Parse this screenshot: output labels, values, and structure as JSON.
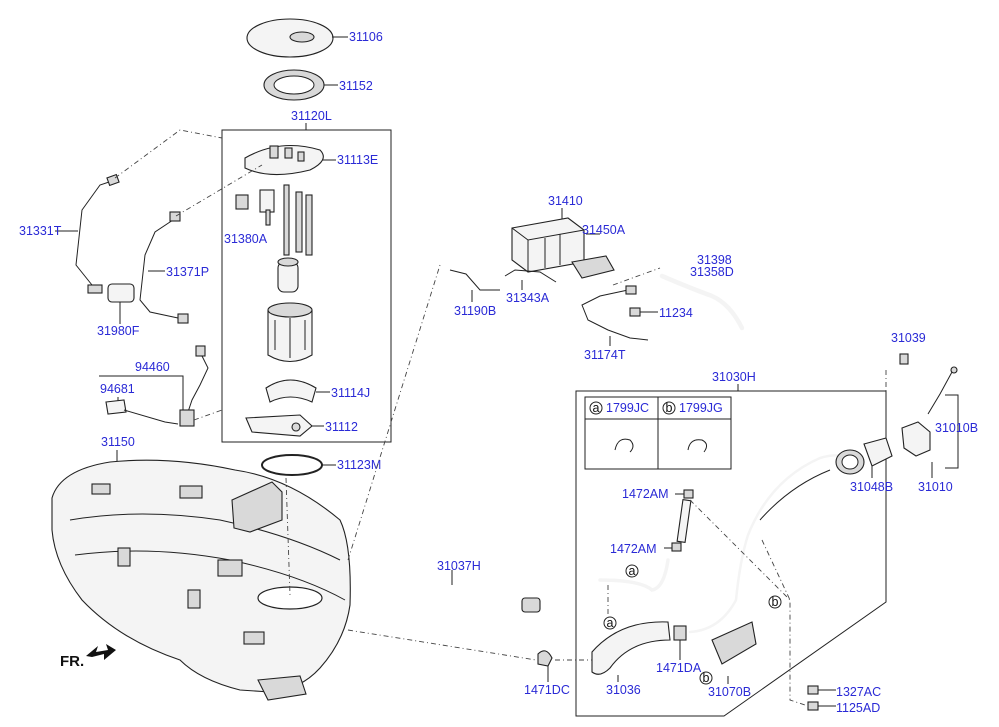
{
  "diagram": {
    "front_label": "FR.",
    "legend": {
      "a_marker": "a",
      "a_part": "1799JC",
      "b_marker": "b",
      "b_part": "1799JG"
    },
    "labels": {
      "p31106": "31106",
      "p31152": "31152",
      "p31120L": "31120L",
      "p31113E": "31113E",
      "p31380A": "31380A",
      "p31331T": "31331T",
      "p31371P": "31371P",
      "p31980F": "31980F",
      "p94460": "94460",
      "p94681": "94681",
      "p31114J": "31114J",
      "p31112": "31112",
      "p31123M": "31123M",
      "p31150": "31150",
      "p31037H": "31037H",
      "p31410": "31410",
      "p31450A": "31450A",
      "p31398": "31398",
      "p31358D": "31358D",
      "p31190B": "31190B",
      "p31343A": "31343A",
      "p11234": "11234",
      "p31174T": "31174T",
      "p31039": "31039",
      "p31030H": "31030H",
      "p31010B": "31010B",
      "p31048B": "31048B",
      "p31010": "31010",
      "p1472AM_1": "1472AM",
      "p1472AM_2": "1472AM",
      "p1471DC": "1471DC",
      "p31036": "31036",
      "p1471DA": "1471DA",
      "p31070B": "31070B",
      "p1327AC": "1327AC",
      "p1125AD": "1125AD"
    },
    "callouts": {
      "a1": "a",
      "a2": "a",
      "b1": "b",
      "b2": "b"
    }
  }
}
